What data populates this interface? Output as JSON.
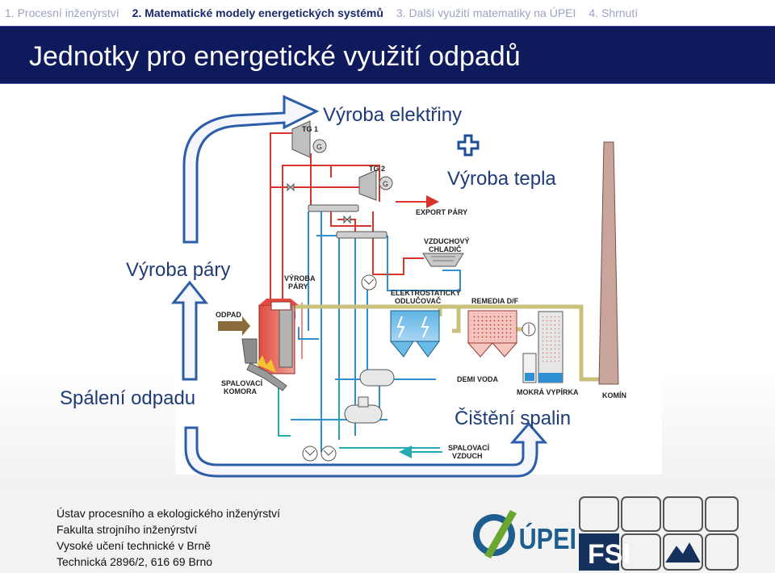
{
  "nav": {
    "items": [
      {
        "label": "1. Procesní inženýrství",
        "active": false
      },
      {
        "label": "2. Matematické modely energetických systémů",
        "active": true
      },
      {
        "label": "3. Další využití matematiky na ÚPEI",
        "active": false
      },
      {
        "label": "4. Shrnutí",
        "active": false
      }
    ]
  },
  "slide": {
    "title": "Jednotky pro energetické využití odpadů"
  },
  "diagram": {
    "labels": {
      "vyroba_elektriny": "Výroba elektřiny",
      "vyroba_tepla": "Výroba tepla",
      "vyroba_pary": "Výroba páry",
      "spaleni_odpadu": "Spálení odpadu",
      "cisteni_spalin": "Čištění spalin"
    },
    "plant": {
      "tg1": "TG 1",
      "tg2": "TG 2",
      "generator": "G",
      "export_pary": "EXPORT PÁRY",
      "vzduchovy_chladic_1": "VZDUCHOVÝ",
      "vzduchovy_chladic_2": "CHLADIČ",
      "vyroba_pary_1": "VÝROBA",
      "vyroba_pary_2": "PÁRY",
      "odpad": "ODPAD",
      "elektrostaticky_1": "ELEKTROSTATICKÝ",
      "elektrostaticky_2": "ODLUČOVAČ",
      "remedia": "REMEDIA D/F",
      "spalovaci_komora_1": "SPALOVACÍ",
      "spalovaci_komora_2": "KOMORA",
      "demi_voda": "DEMI VODA",
      "mokra_vypirka": "MOKRÁ VYPÍRKA",
      "komin": "KOMÍN",
      "spalovaci_vzduch_1": "SPALOVACÍ",
      "spalovaci_vzduch_2": "VZDUCH"
    },
    "colors": {
      "steam": "#d9342b",
      "water": "#2f8fd0",
      "air": "#26a9b5",
      "flue_gas": "#c9c07a",
      "flow_arrow": "#2b5da8",
      "plus": "#1f4e9a"
    }
  },
  "footer": {
    "lines": [
      "Ústav procesního a ekologického inženýrství",
      "Fakulta strojního inženýrství",
      "Vysoké učení technické v Brně",
      "Technická 2896/2, 616 69 Brno"
    ],
    "logo_text": "ÚPEI"
  }
}
